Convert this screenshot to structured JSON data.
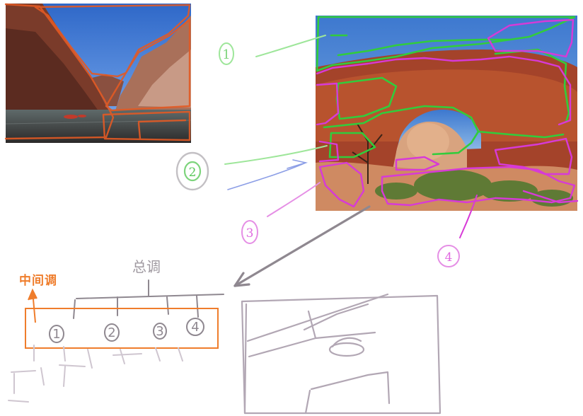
{
  "labels": {
    "midtone": "中间调",
    "overall": "总调"
  },
  "markers": [
    "1",
    "2",
    "3",
    "4"
  ],
  "colors": {
    "orange": "#e35a24",
    "green": "#32cc3c",
    "magenta": "#d73ad7",
    "gray_stroke": "#8f8890",
    "pencil": "#b2a7b4",
    "blue_arrow": "#8c9ee6",
    "sky": "#3f7bd6",
    "rock": "#b24a24"
  }
}
